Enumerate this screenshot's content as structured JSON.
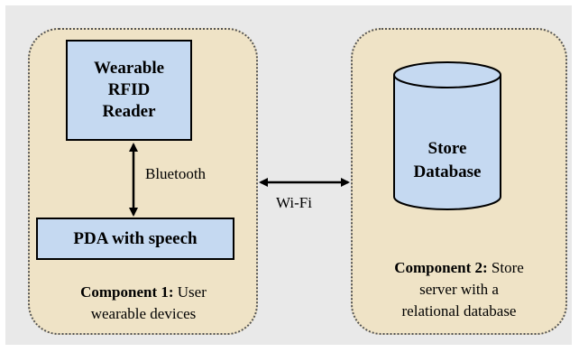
{
  "diagram": {
    "component1": {
      "caption_bold": "Component 1:",
      "caption_line1_rest": " User",
      "caption_line2": "wearable devices",
      "rfid_reader": {
        "line1": "Wearable",
        "line2": "RFID",
        "line3": "Reader"
      },
      "pda": {
        "label": "PDA with speech"
      },
      "link_label": "Bluetooth"
    },
    "component2": {
      "caption_bold": "Component 2:",
      "caption_line1_rest": " Store",
      "caption_line2": "server with a",
      "caption_line3": "relational database",
      "database": {
        "line1": "Store",
        "line2": "Database"
      }
    },
    "link_label_between": "Wi-Fi",
    "colors": {
      "background": "#e9e9e9",
      "component_fill": "#efe3c6",
      "box_fill": "#c5d9f1",
      "border": "#000000"
    }
  }
}
